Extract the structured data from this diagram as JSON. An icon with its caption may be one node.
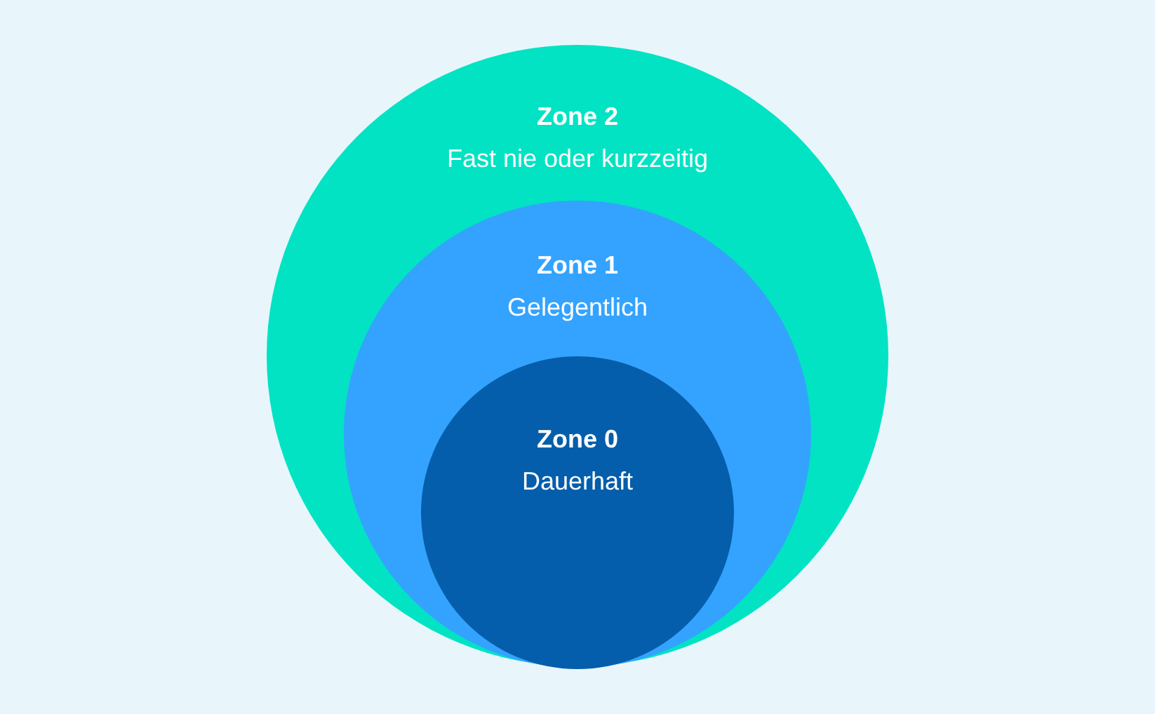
{
  "diagram": {
    "nodes": [
      {
        "text": [
          "Zone 2",
          "Fast nie oder kurzzeitig"
        ]
      },
      {
        "text": [
          "Zone 1",
          "Gelegentlich"
        ],
        "in": 0
      },
      {
        "text": [
          "Zone 0",
          "Dauerhaft"
        ],
        "in": 1
      }
    ]
  }
}
